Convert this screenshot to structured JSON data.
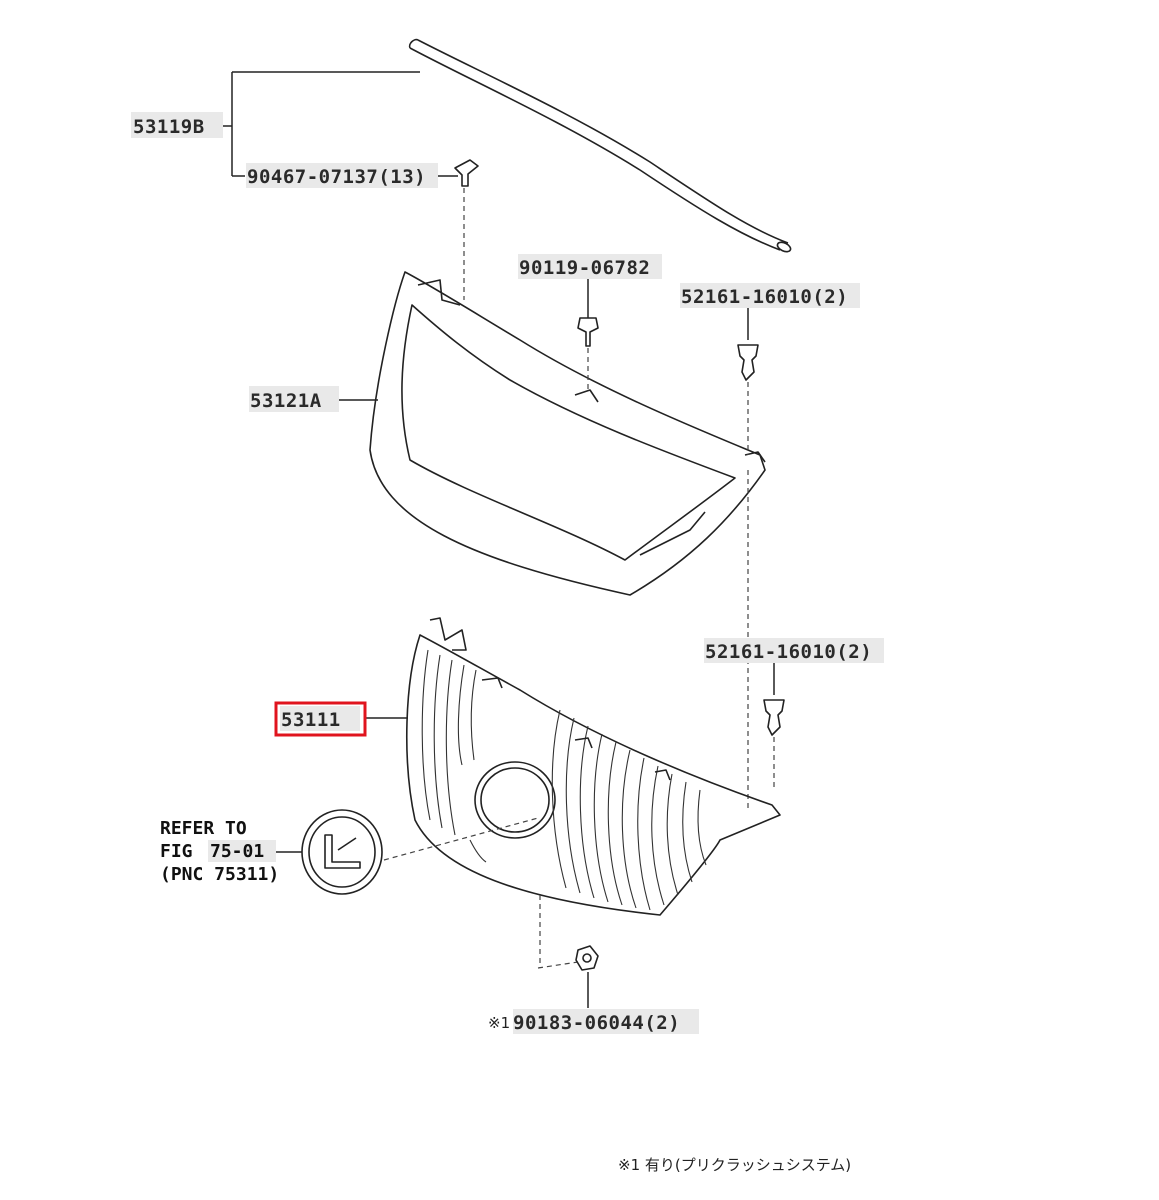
{
  "parts": {
    "molding": "53119B",
    "molding_clip": "90467-07137(13)",
    "screw": "90119-06782",
    "clip_upper": "52161-16010(2)",
    "frame": "53121A",
    "clip_lower": "52161-16010(2)",
    "grille": "53111",
    "nut": "90183-06044(2)",
    "nut_prefix": "※1"
  },
  "reference": {
    "line1": "REFER TO",
    "line2_prefix": "FIG",
    "line2_fig": "75-01",
    "line3": "(PNC 75311)"
  },
  "footnote": "※1 有り(プリクラッシュシステム)",
  "highlight": {
    "part": "53111",
    "color": "#e0141e"
  }
}
